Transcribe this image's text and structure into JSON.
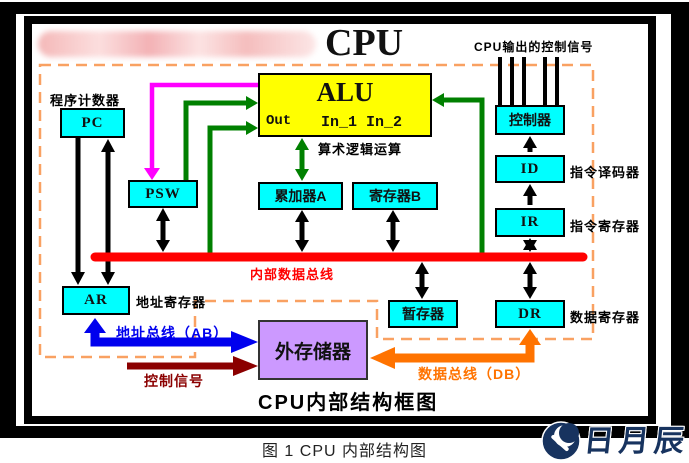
{
  "title": "CPU",
  "figure_caption": "图 1 CPU 内部结构图",
  "diagram_caption": "CPU内部结构框图",
  "boxes": {
    "pc": {
      "label": "PC",
      "caption": "程序计数器"
    },
    "psw": {
      "label": "PSW"
    },
    "alu": {
      "name": "ALU",
      "out": "Out",
      "inputs": "In_1 In_2",
      "caption": "算术逻辑运算"
    },
    "accumulator_a": {
      "label": "累加器A"
    },
    "register_b": {
      "label": "寄存器B"
    },
    "controller": {
      "label": "控制器",
      "caption": "CPU输出的控制信号"
    },
    "id": {
      "label": "ID",
      "caption": "指令译码器"
    },
    "ir": {
      "label": "IR",
      "caption": "指令寄存器"
    },
    "ar": {
      "label": "AR",
      "caption": "地址寄存器"
    },
    "temp_register": {
      "label": "暂存器"
    },
    "dr": {
      "label": "DR",
      "caption": "数据寄存器"
    },
    "external_memory": {
      "label": "外存储器"
    }
  },
  "buses": {
    "internal_data_bus": "内部数据总线",
    "address_bus": "地址总线（AB）",
    "data_bus": "数据总线（DB）",
    "control_signal": "控制信号"
  },
  "watermark": {
    "text": "日月辰"
  },
  "colors": {
    "box_cyan": "#00FFFF",
    "box_yellow": "#FFFF00",
    "box_purple": "#CC99FF",
    "bus_red": "#FF0000",
    "arrow_green": "#008000",
    "arrow_magenta": "#FF00FF",
    "arrow_blue": "#0000EE",
    "arrow_darkred": "#8B0000",
    "arrow_orange": "#FF7300",
    "dashed_orange": "#F9A162",
    "watermark_navy": "#17335F",
    "watermark_pink": "#F6BEBE"
  }
}
